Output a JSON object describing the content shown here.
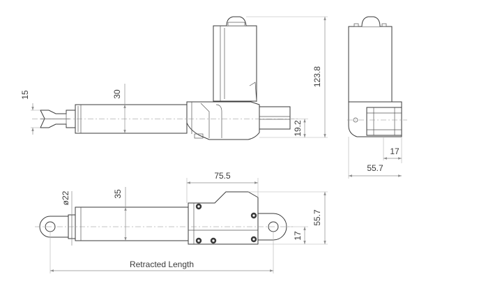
{
  "dimensions": {
    "top_view": {
      "rod_end_slot_width": "15",
      "rod_tube_diameter": "30",
      "motor_height": "123.8",
      "bracket_height": "19.2"
    },
    "side_view": {
      "body_width": "55.7",
      "bracket_width": "17"
    },
    "bottom_view": {
      "rod_eye_diameter": "ø22",
      "tube_diameter": "35",
      "housing_length": "75.5",
      "housing_height": "55.7",
      "rear_eye_offset": "17",
      "retracted_length_label": "Retracted Length"
    }
  }
}
